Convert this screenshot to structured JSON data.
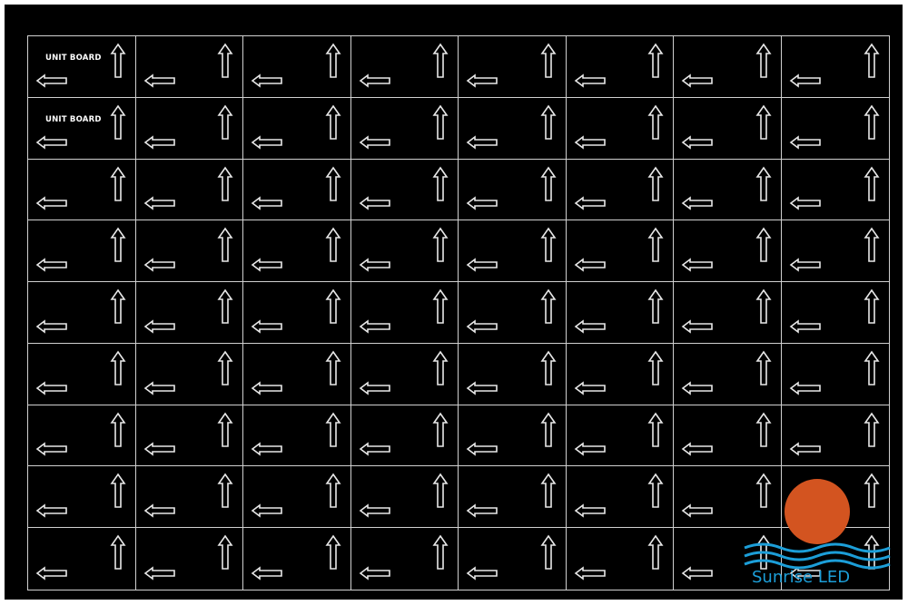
{
  "board": {
    "rows": 9,
    "columns": 8,
    "unit_label": "UNIT BOARD",
    "labeled_cells": [
      [
        0,
        0
      ],
      [
        1,
        0
      ]
    ],
    "arrow_up_icon": "arrow-up-outline",
    "arrow_left_icon": "arrow-left-outline"
  },
  "colors": {
    "background": "#000000",
    "grid_lines": "#d0d0d0",
    "arrows": "#e8e8e8",
    "label": "#ffffff",
    "logo_sun": "#d35420",
    "logo_waves": "#1c9ed8",
    "logo_text": "#1c9ed8"
  },
  "logo": {
    "text": "Sunrise LED"
  }
}
